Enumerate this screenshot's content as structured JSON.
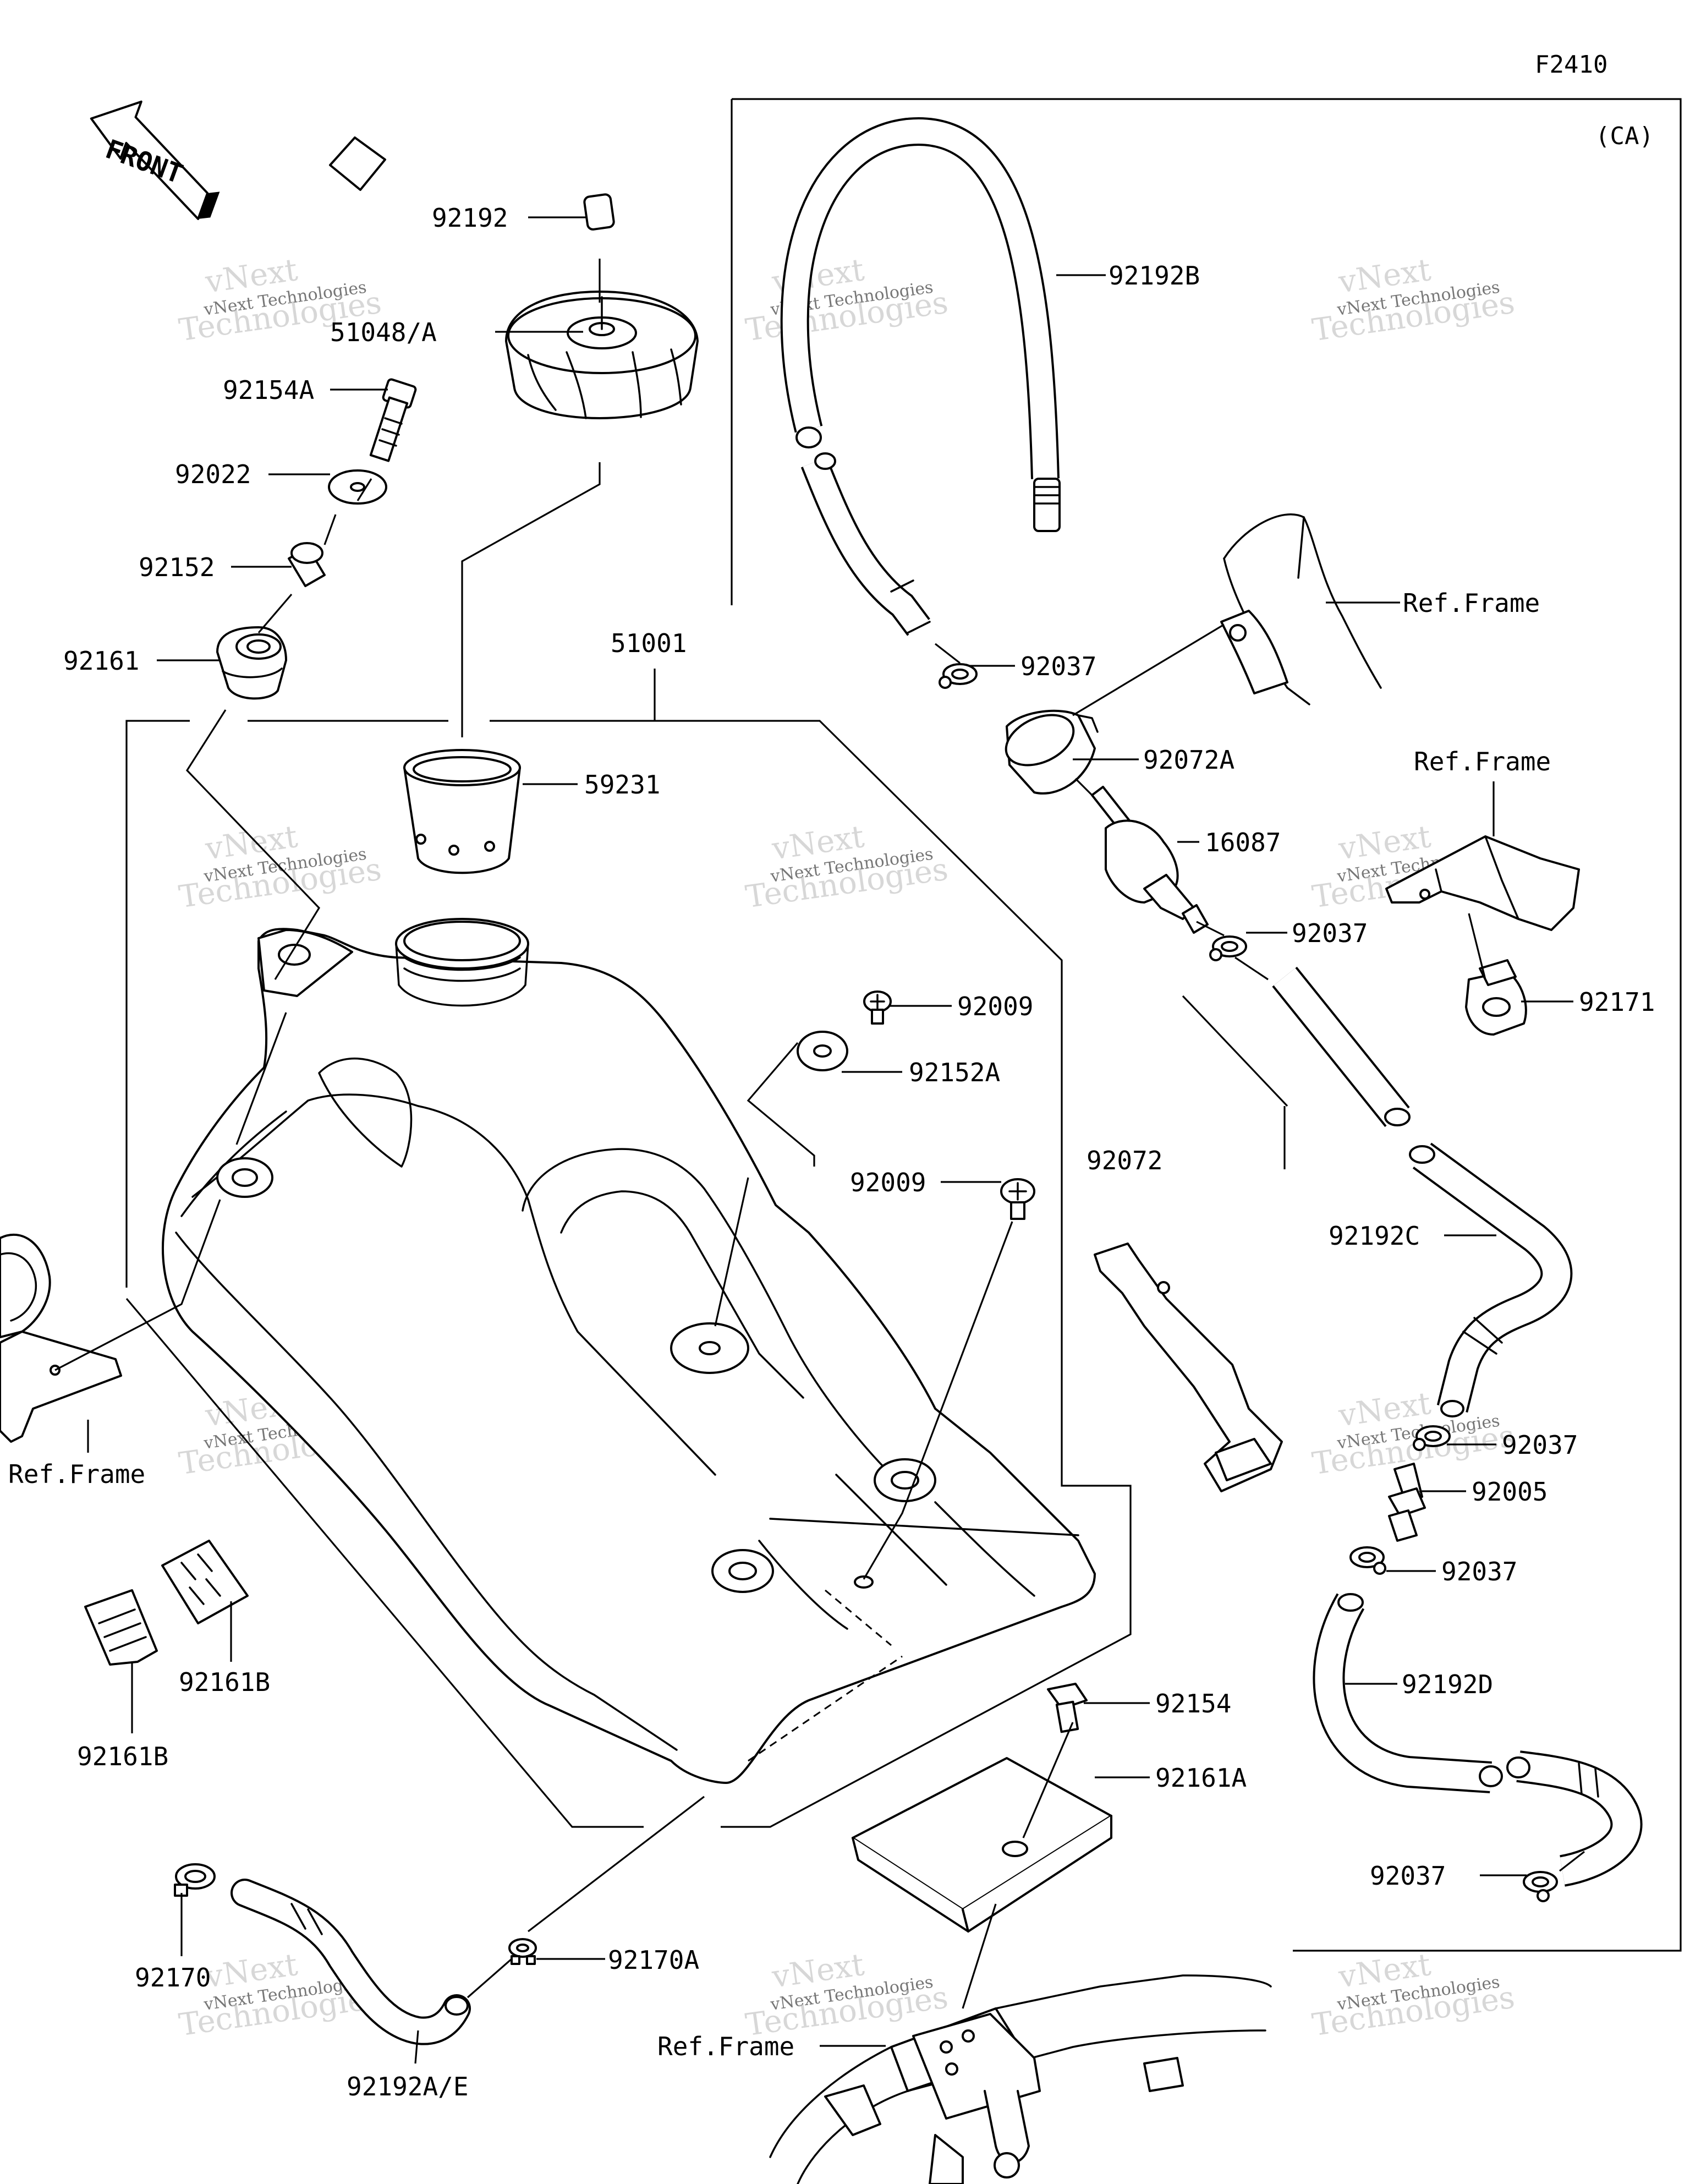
{
  "figure_code": "F2410",
  "region_label": "(CA)",
  "front_label": "FRONT",
  "watermark": {
    "brand": "vNext",
    "line1": "vNext Technologies",
    "line2": "Technologies"
  },
  "labels": {
    "p92192": "92192",
    "p51048A": "51048/A",
    "p92154A": "92154A",
    "p92022": "92022",
    "p92152": "92152",
    "p92161": "92161",
    "p51001": "51001",
    "p59231": "59231",
    "p92009a": "92009",
    "p92152A": "92152A",
    "p92009b": "92009",
    "p92072": "92072",
    "refFrameLeft": "Ref.Frame",
    "p92161B_a": "92161B",
    "p92161B_b": "92161B",
    "p92170": "92170",
    "p92170A": "92170A",
    "p92192AE": "92192A/E",
    "p92154": "92154",
    "p92161A": "92161A",
    "refFrameBottom": "Ref.Frame",
    "p92192B": "92192B",
    "refFrameTop": "Ref.Frame",
    "p92037a": "92037",
    "p92072A": "92072A",
    "refFrameMid": "Ref.Frame",
    "p16087": "16087",
    "p92037b": "92037",
    "p92171": "92171",
    "p92192C": "92192C",
    "p92037c": "92037",
    "p92005": "92005",
    "p92037d": "92037",
    "p92192D": "92192D",
    "p92037e": "92037"
  }
}
